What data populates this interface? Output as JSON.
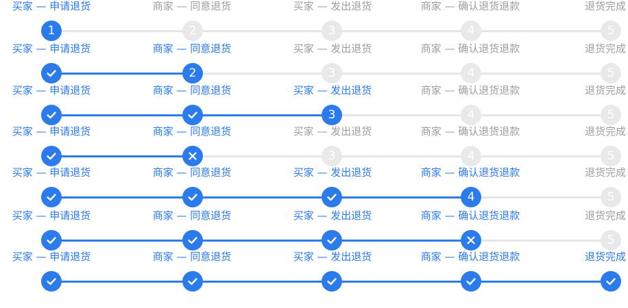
{
  "step_labels": [
    "买家 — 申请退货",
    "商家 — 同意退货",
    "买家 — 发出退货",
    "商家 — 确认退货退款",
    "退货完成"
  ],
  "step_numbers": [
    "1",
    "2",
    "3",
    "4",
    "5"
  ],
  "colors": {
    "accent": "#2b7bea",
    "inactive_text": "#9e9e9e",
    "inactive_track": "#e6e6e6",
    "inactive_node": "#e9e9e9"
  },
  "steppers": [
    {
      "states": [
        "current",
        "pending",
        "pending",
        "pending",
        "pending"
      ]
    },
    {
      "states": [
        "done",
        "current",
        "pending",
        "pending",
        "pending"
      ]
    },
    {
      "states": [
        "done",
        "done",
        "current",
        "pending",
        "pending"
      ]
    },
    {
      "states": [
        "done",
        "failed",
        "pending",
        "pending",
        "pending"
      ]
    },
    {
      "states": [
        "done",
        "done",
        "done",
        "current",
        "pending"
      ]
    },
    {
      "states": [
        "done",
        "done",
        "done",
        "failed",
        "pending"
      ]
    },
    {
      "states": [
        "done",
        "done",
        "done",
        "done",
        "done"
      ]
    }
  ]
}
